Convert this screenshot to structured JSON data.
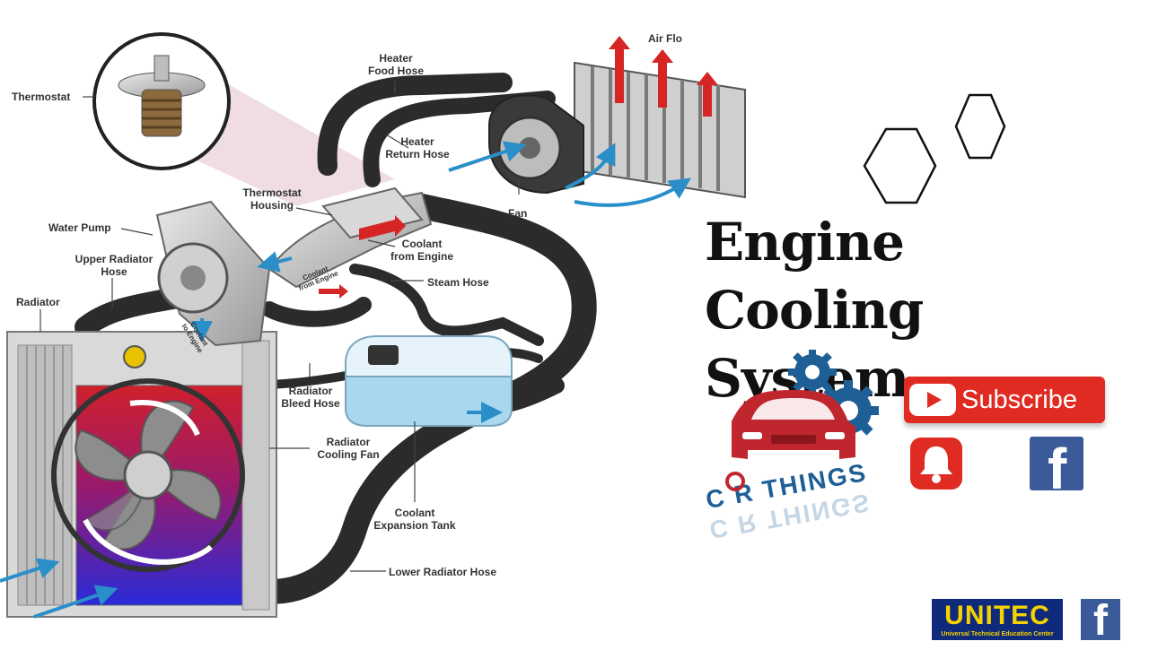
{
  "diagram": {
    "labels": {
      "thermostat": "Thermostat",
      "heater_food_hose": "Heater\nFood Hose",
      "air_flow": "Air Flo",
      "heater_return_hose": "Heater\nReturn Hose",
      "fan": "Fan",
      "thermostat_housing": "Thermostat\nHousing",
      "water_pump": "Water Pump",
      "upper_radiator_hose": "Upper Radiator\nHose",
      "coolant_from_engine": "Coolant\nfrom Engine",
      "coolant_from_engine_small": "Coolant\nfrom Engine",
      "steam_hose": "Steam Hose",
      "radiator": "Radiator",
      "coolant_to_engine_small": "Coolant\nto Engine",
      "radiator_bleed_hose": "Radiator\nBleed Hose",
      "radiator_cooling_fan": "Radiator\nCooling Fan",
      "coolant_expansion_tank": "Coolant\nExpansion Tank",
      "lower_radiator_hose": "Lower Radiator Hose"
    }
  },
  "title": "Engine Cooling\nSystem",
  "brand": {
    "car_things_text": "C R THINGS",
    "subscribe_label": "Subscribe",
    "facebook_glyph": "f",
    "unitec_name": "UNITEC",
    "unitec_tagline": "Universal Technical Education Center"
  },
  "icons": [
    "gear-icon",
    "car-icon",
    "youtube-play-icon",
    "bell-icon",
    "facebook-icon",
    "hexagon-icon"
  ],
  "colors": {
    "hose": "#2b2b2b",
    "coolant_arrow": "#2a8fc9",
    "hot_arrow": "#d62525",
    "radiator_red": "#d0202c",
    "radiator_blue": "#2a2ad8",
    "tank_fill": "#a9d8ee",
    "subscribe_red": "#e02b22",
    "facebook_blue": "#3b5a99",
    "gear_blue": "#1e5f96",
    "car_red": "#c0262d",
    "unitec_navy": "#0f2a7a",
    "unitec_yellow": "#f5d200"
  }
}
